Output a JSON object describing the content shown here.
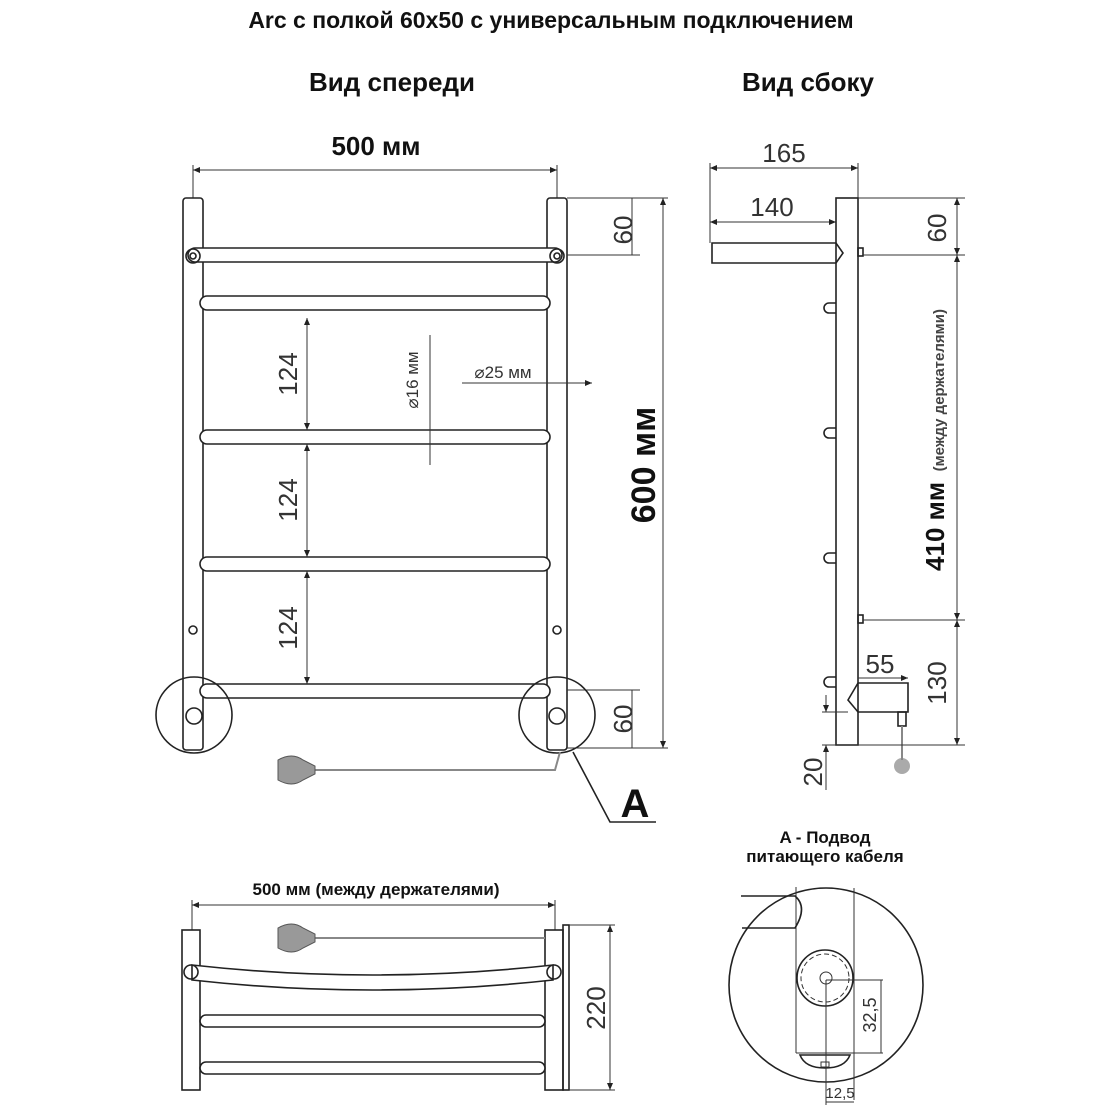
{
  "title": "Arc с полкой 60x50 с универсальным подключением",
  "front_view": {
    "heading": "Вид спереди",
    "width_label": "500 мм",
    "height_label": "600 мм",
    "top_offset": "60",
    "bottom_offset": "60",
    "rail_spacing": [
      "124",
      "124",
      "124"
    ],
    "rail_diameter": "⌀16 мм",
    "post_diameter": "⌀25 мм",
    "callout": "A"
  },
  "side_view": {
    "heading": "Вид сбоку",
    "depth_total": "165",
    "shelf_depth": "140",
    "top_offset": "60",
    "mount_distance": "410 мм",
    "mount_note": "(между держателями)",
    "bottom_offset": "130",
    "connector_depth": "55",
    "connector_height": "20"
  },
  "top_view": {
    "width_label": "500 мм (между держателями)",
    "depth_label": "220"
  },
  "detail_a": {
    "title_line1": "A - Подвод",
    "title_line2": "питающего кабеля",
    "vertical_dim": "32,5",
    "horizontal_dim": "12,5"
  }
}
